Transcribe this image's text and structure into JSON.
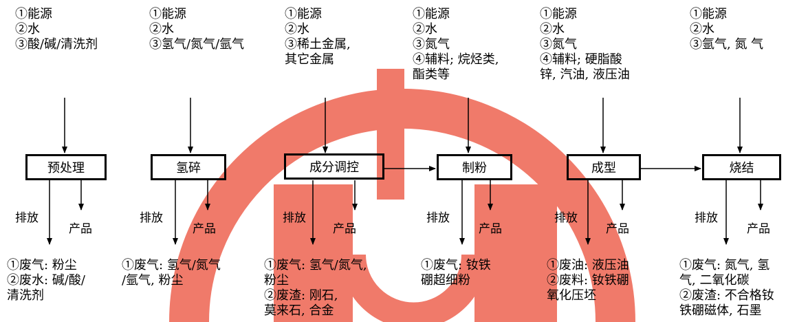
{
  "watermark": {
    "color": "#f07a6a"
  },
  "stages": [
    {
      "name": "预处理",
      "inputs": [
        "①能源",
        "②水",
        "③酸/碱/清洗剂"
      ],
      "discharge_label": "排放",
      "product_label": "产品",
      "outputs": [
        "①废气: 粉尘",
        "②废水: 碱/酸/",
        "清洗剂"
      ]
    },
    {
      "name": "氢碎",
      "inputs": [
        "①能源",
        "②水",
        "③氢气/氮气/氩气"
      ],
      "discharge_label": "排放",
      "product_label": "产品",
      "outputs": [
        "①废气: 氢气/氮气",
        "/氩气, 粉尘"
      ]
    },
    {
      "name": "成分调控",
      "inputs": [
        "①能源",
        "②水",
        "③稀土金属,",
        "其它金属"
      ],
      "discharge_label": "排放",
      "product_label": "产品",
      "outputs": [
        "①废气: 氢气/氮气,",
        "粉尘",
        "②废渣: 刚石,",
        "莫来石, 合金"
      ]
    },
    {
      "name": "制粉",
      "inputs": [
        "①能源",
        "②水",
        "③氮气",
        "④辅料; 烷烃类,",
        "酯类等"
      ],
      "discharge_label": "排放",
      "product_label": "产品",
      "outputs": [
        "①废气: 钕铁",
        "硼超细粉"
      ]
    },
    {
      "name": "成型",
      "inputs": [
        "①能源",
        "②水",
        "③氮气",
        "④辅料; 硬脂酸",
        "锌, 汽油, 液压油"
      ],
      "discharge_label": "排放",
      "product_label": "产品",
      "outputs": [
        "①废油: 液压油",
        "②废料: 钕铁硼",
        "氧化压坯"
      ]
    },
    {
      "name": "烧结",
      "inputs": [
        "①能源",
        "②水",
        "③氩气, 氮 气"
      ],
      "discharge_label": "排放",
      "product_label": "产品",
      "outputs": [
        "①废气: 氮气, 氢",
        "气, 二氧化碳",
        "②废渣: 不合格钕",
        "铁硼磁体, 石墨"
      ]
    }
  ]
}
